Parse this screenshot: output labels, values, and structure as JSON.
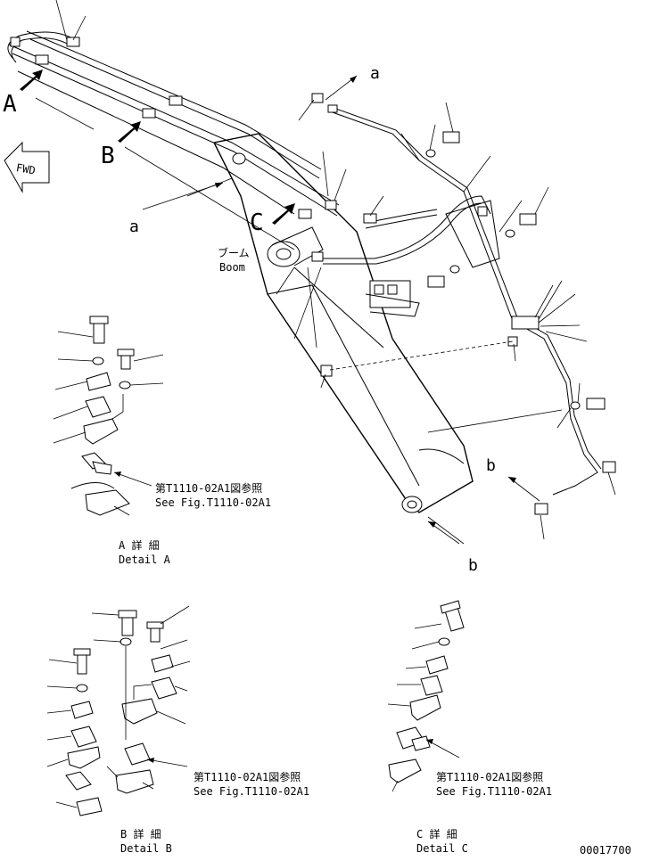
{
  "view_labels": {
    "A": "A",
    "B": "B",
    "C": "C",
    "a1": "a",
    "a2": "a",
    "b1": "b",
    "b2": "b"
  },
  "fwd_label": "FWD",
  "boom": {
    "jp": "ブーム",
    "en": "Boom"
  },
  "detail_a": {
    "ref_jp": "第T1110-02A1図参照",
    "ref_en": "See Fig.T1110-02A1",
    "title_jp": "A 詳 細",
    "title_en": "Detail A"
  },
  "detail_b": {
    "ref_jp": "第T1110-02A1図参照",
    "ref_en": "See Fig.T1110-02A1",
    "title_jp": "B 詳 細",
    "title_en": "Detail B"
  },
  "detail_c": {
    "ref_jp": "第T1110-02A1図参照",
    "ref_en": "See Fig.T1110-02A1",
    "title_jp": "C 詳 細",
    "title_en": "Detail C"
  },
  "drawing_number": "00017700"
}
